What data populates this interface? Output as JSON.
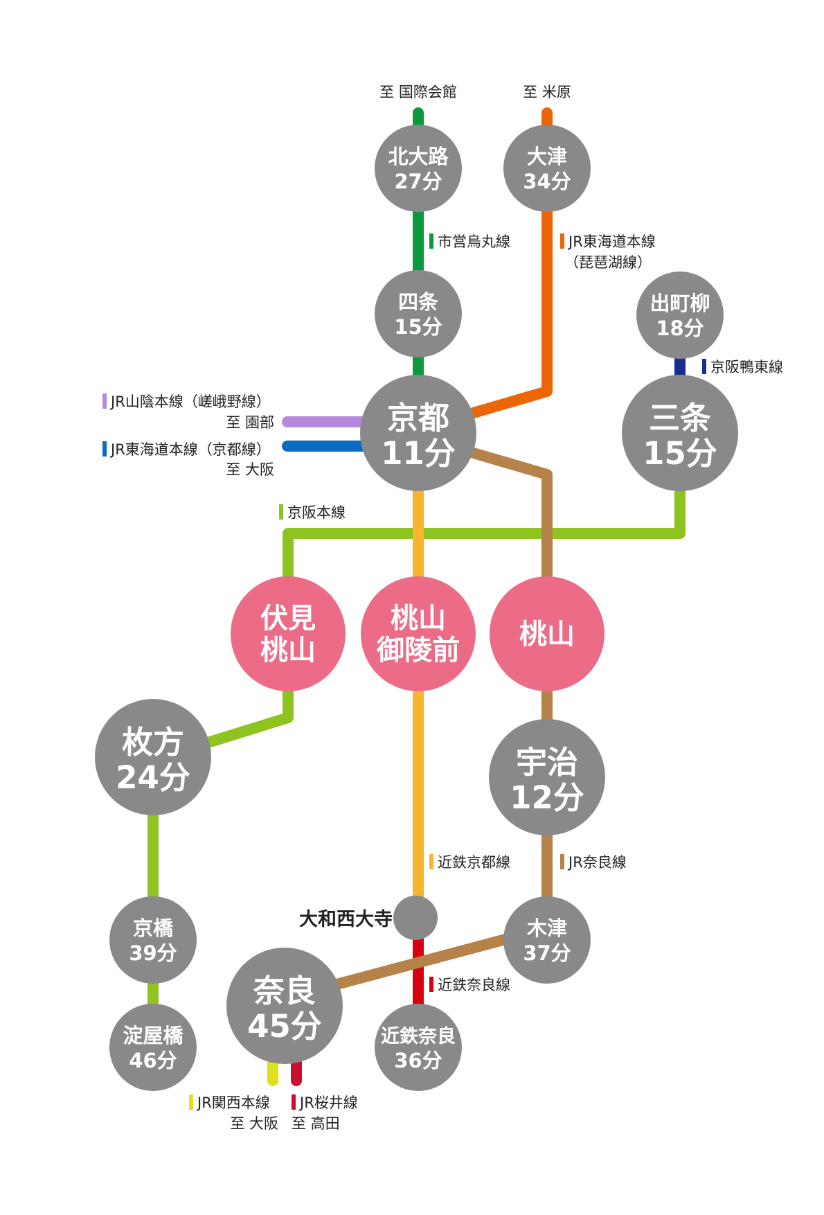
{
  "colors": {
    "karasuma": "#0a9a3c",
    "biwako": "#ec6608",
    "sanin": "#b589dd",
    "kyoto_line": "#0a6cc0",
    "keihan_oto": "#1c2e8c",
    "keihan": "#8fc31f",
    "kintetsu_kyoto": "#f6b52c",
    "jr_nara": "#b5834a",
    "kintetsu_nara": "#d7000f",
    "kansai_main": "#dde21a",
    "sakurai": "#c8102e",
    "station_gray": "#898989",
    "station_pink": "#ec6c88"
  },
  "terminals": {
    "kokusai": "至 国際会館",
    "maibara": "至 米原"
  },
  "lines": {
    "karasuma": "市営烏丸線",
    "biwako_1": "JR東海道本線",
    "biwako_2": "（琵琶湖線）",
    "sanin_1": "JR山陰本線（嵯峨野線）",
    "sanin_2": "至 園部",
    "kyoto_line_1": "JR東海道本線（京都線）",
    "kyoto_line_2": "至 大阪",
    "keihan_oto": "京阪鴨東線",
    "keihan": "京阪本線",
    "kintetsu_kyoto": "近鉄京都線",
    "jr_nara": "JR奈良線",
    "kintetsu_nara": "近鉄奈良線",
    "kansai_main_1": "JR関西本線",
    "kansai_main_2": "至 大阪",
    "sakurai_1": "JR桜井線",
    "sakurai_2": "至 高田"
  },
  "stations": {
    "kitaoji": {
      "name": "北大路",
      "time": "27分"
    },
    "otsu": {
      "name": "大津",
      "time": "34分"
    },
    "shijo": {
      "name": "四条",
      "time": "15分"
    },
    "demachi": {
      "name": "出町柳",
      "time": "18分"
    },
    "kyoto": {
      "name": "京都",
      "time": "11分"
    },
    "sanjo": {
      "name": "三条",
      "time": "15分"
    },
    "fushimi": {
      "name1": "伏見",
      "name2": "桃山"
    },
    "goryomae": {
      "name1": "桃山",
      "name2": "御陵前"
    },
    "momoyama": {
      "name": "桃山"
    },
    "hirakata": {
      "name": "枚方",
      "time": "24分"
    },
    "uji": {
      "name": "宇治",
      "time": "12分"
    },
    "saidaiji": {
      "name": "大和西大寺"
    },
    "kyobashi": {
      "name": "京橋",
      "time": "39分"
    },
    "kizu": {
      "name": "木津",
      "time": "37分"
    },
    "nara": {
      "name": "奈良",
      "time": "45分"
    },
    "yodoyabashi": {
      "name": "淀屋橋",
      "time": "46分"
    },
    "kintetsunara": {
      "name": "近鉄奈良",
      "time": "36分"
    }
  }
}
